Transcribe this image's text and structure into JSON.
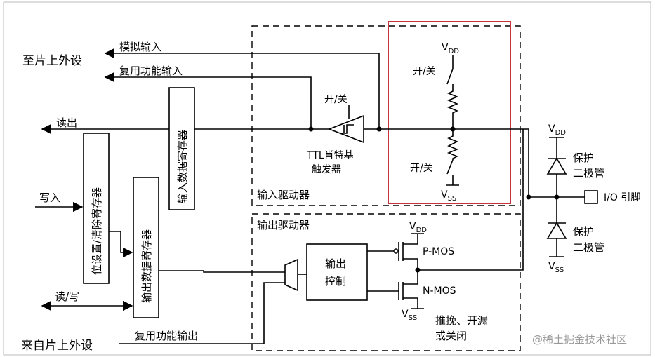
{
  "left_labels": {
    "to_onchip_peripheral": "至片上外设",
    "analog_input": "模拟输入",
    "alt_function_input": "复用功能输入",
    "read_out": "读出",
    "write_in": "写入",
    "read_write": "读/写",
    "from_onchip_peripheral": "来自片上外设",
    "alt_function_output": "复用功能输出"
  },
  "registers": {
    "input_data_register": "输入数据寄存器",
    "bit_set_reset_register": "位设置/清除寄存器",
    "output_data_register": "输出数据寄存器"
  },
  "input_driver": {
    "title": "输入驱动器",
    "switch_label": "开/关",
    "schmitt_line1": "TTL肖特基",
    "schmitt_line2": "触发器",
    "pullup_switch": "开/关",
    "pulldown_switch": "开/关",
    "vdd": "V",
    "vdd_sub": "DD",
    "vss": "V",
    "vss_sub": "SS"
  },
  "output_driver": {
    "title": "输出驱动器",
    "control_line1": "输出",
    "control_line2": "控制",
    "pmos": "P-MOS",
    "nmos": "N-MOS",
    "mode_line1": "推挽、开漏",
    "mode_line2": "或关闭",
    "vdd": "V",
    "vdd_sub": "DD",
    "vss": "V",
    "vss_sub": "SS"
  },
  "protection": {
    "top_label1": "保护",
    "top_label2": "二极管",
    "bottom_label1": "保护",
    "bottom_label2": "二极管",
    "vdd": "V",
    "vdd_sub": "DD",
    "vss": "V",
    "vss_sub": "SS"
  },
  "pin": {
    "label": "I/O 引脚"
  },
  "watermark": "@稀土掘金技术社区",
  "colors": {
    "highlight": "#c8323a",
    "watermark": "#9a9a9a"
  }
}
